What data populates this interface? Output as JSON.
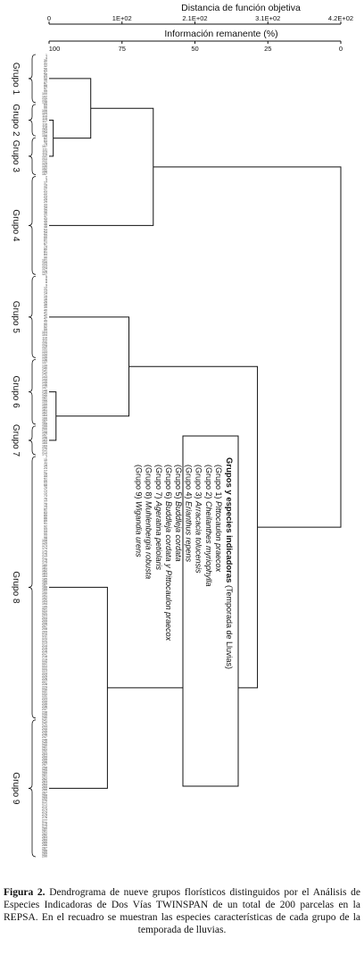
{
  "axis_top": {
    "title": "Distancia de función objetiva",
    "ticks": [
      "0",
      "1E+02",
      "2.1E+02",
      "3.1E+02",
      "4.2E+02"
    ]
  },
  "axis_second": {
    "title": "Información remanente (%)",
    "ticks": [
      "100",
      "75",
      "50",
      "25",
      "0"
    ]
  },
  "groups": [
    {
      "label": "Grupo 1",
      "leaves": [
        "1",
        "4",
        "30",
        "31",
        "32",
        "56",
        "57",
        "58",
        "63",
        "96",
        "87",
        "88",
        "97",
        "99",
        "100",
        "102",
        "132",
        "138"
      ]
    },
    {
      "label": "Grupo 2",
      "leaves": [
        "69",
        "66",
        "106",
        "109",
        "114",
        "115",
        "117",
        "116",
        "118",
        "153",
        "154",
        "158"
      ]
    },
    {
      "label": "Grupo 3",
      "leaves": [
        "62",
        "64",
        "75",
        "107",
        "111",
        "113",
        "119",
        "121",
        "122",
        "125",
        "130",
        "152",
        "156",
        "157"
      ]
    },
    {
      "label": "Grupo 4",
      "leaves": [
        "2",
        "3",
        "17",
        "19",
        "20",
        "21",
        "22",
        "23",
        "25",
        "29",
        "33",
        "34",
        "35",
        "36",
        "37",
        "43",
        "45",
        "46",
        "48",
        "53",
        "54",
        "55",
        "60",
        "61",
        "67",
        "74",
        "80",
        "81",
        "84",
        "90",
        "101",
        "105",
        "123",
        "124",
        "126",
        "127"
      ]
    },
    {
      "label": "Grupo 5",
      "leaves": [
        "5",
        "6",
        "8",
        "9",
        "12",
        "13",
        "14",
        "15",
        "16",
        "26",
        "38",
        "39",
        "40",
        "41",
        "42",
        "47",
        "49",
        "50",
        "52",
        "59",
        "103",
        "104",
        "110",
        "112",
        "120",
        "128",
        "131",
        "133",
        "134",
        "135"
      ]
    },
    {
      "label": "Grupo 6",
      "leaves": [
        "136",
        "137",
        "139",
        "140",
        "141",
        "142",
        "143",
        "144",
        "145",
        "146",
        "147",
        "148",
        "149",
        "150",
        "151",
        "155",
        "159",
        "160",
        "161",
        "162",
        "164",
        "166",
        "167",
        "168"
      ]
    },
    {
      "label": "Grupo 7",
      "leaves": [
        "199",
        "200",
        "198",
        "197",
        "196",
        "163",
        "165",
        "169",
        "170",
        "171",
        "172"
      ]
    },
    {
      "label": "Grupo 8",
      "leaves": [
        "7",
        "10",
        "11",
        "18",
        "24",
        "27",
        "28",
        "44",
        "51",
        "65",
        "68",
        "70",
        "71",
        "72",
        "73",
        "76",
        "77",
        "78",
        "79",
        "82",
        "83",
        "85",
        "86",
        "89",
        "91",
        "92",
        "93",
        "94",
        "95",
        "98",
        "108",
        "129",
        "173",
        "174",
        "175",
        "176",
        "177",
        "178",
        "179",
        "180",
        "181",
        "182",
        "183",
        "184",
        "185",
        "186",
        "187",
        "188",
        "189",
        "190",
        "191",
        "192",
        "193",
        "194",
        "195",
        "201",
        "202",
        "203",
        "204",
        "205",
        "206",
        "207",
        "208",
        "209",
        "210",
        "211",
        "212",
        "213",
        "214",
        "215",
        "216",
        "217",
        "218",
        "219",
        "220",
        "221",
        "222",
        "223",
        "224",
        "225",
        "226",
        "227",
        "228",
        "229",
        "230",
        "231",
        "232",
        "233",
        "234",
        "235",
        "236",
        "237",
        "238",
        "239",
        "240"
      ]
    },
    {
      "label": "Grupo 9",
      "leaves": [
        "241",
        "242",
        "243",
        "244",
        "245",
        "246",
        "247",
        "248",
        "249",
        "250",
        "251",
        "252",
        "253",
        "254",
        "255",
        "256",
        "257",
        "258",
        "259",
        "260",
        "261",
        "262",
        "263",
        "264",
        "265",
        "266",
        "267",
        "268",
        "269",
        "270",
        "271",
        "272",
        "273",
        "274",
        "275",
        "276",
        "277",
        "278",
        "279",
        "280",
        "281",
        "282",
        "283",
        "284",
        "285",
        "286",
        "287",
        "288",
        "289",
        "290"
      ]
    }
  ],
  "legend": {
    "title": "Grupos y especies indicadoras",
    "title_suffix": " (Temporada de Lluvias)",
    "items": [
      {
        "prefix": "(Grupo 1) ",
        "species": "Pittocaulon praecox"
      },
      {
        "prefix": "(Grupo 2) ",
        "species": "Cheilanthes myriophylla"
      },
      {
        "prefix": "(Grupo 3) ",
        "species": "Arracacia tolucensis"
      },
      {
        "prefix": "(Grupo 4) ",
        "species": "Erianthus repens"
      },
      {
        "prefix": "(Grupo 5) ",
        "species": "Buddleja cordata"
      },
      {
        "prefix": "(Grupo 6) ",
        "species": "Buddleja cordata y Pittocaulon praecox"
      },
      {
        "prefix": "(Grupo 7) ",
        "species": "Ageratina petiolaris"
      },
      {
        "prefix": "(Grupo 8) ",
        "species": "Muhlenbergia robusta"
      },
      {
        "prefix": "(Grupo 9) ",
        "species": "Wigandia urens"
      }
    ]
  },
  "caption": {
    "label": "Figura 2.",
    "text": " Dendrograma de nueve grupos florísticos distinguidos por el Análisis de Especies Indicadoras de Dos Vías TWINSPAN de un total de 200 parcelas en la REPSA. En el recuadro se muestran las especies características de cada grupo de la temporada de lluvias."
  },
  "merges": [
    {
      "id": "A",
      "left": "Grupo 2",
      "right": "Grupo 3",
      "distance": 6
    },
    {
      "id": "B",
      "left": "Grupo 1",
      "right": "A",
      "distance": 60
    },
    {
      "id": "C",
      "left": "B",
      "right": "Grupo 4",
      "distance": 150
    },
    {
      "id": "D",
      "left": "Grupo 6",
      "right": "Grupo 7",
      "distance": 10
    },
    {
      "id": "E",
      "left": "Grupo 5",
      "right": "D",
      "distance": 115
    },
    {
      "id": "F",
      "left": "Grupo 8",
      "right": "Grupo 9",
      "distance": 84
    },
    {
      "id": "G",
      "left": "E",
      "right": "F",
      "distance": 300
    },
    {
      "id": "H",
      "left": "C",
      "right": "G",
      "distance": 420
    }
  ]
}
